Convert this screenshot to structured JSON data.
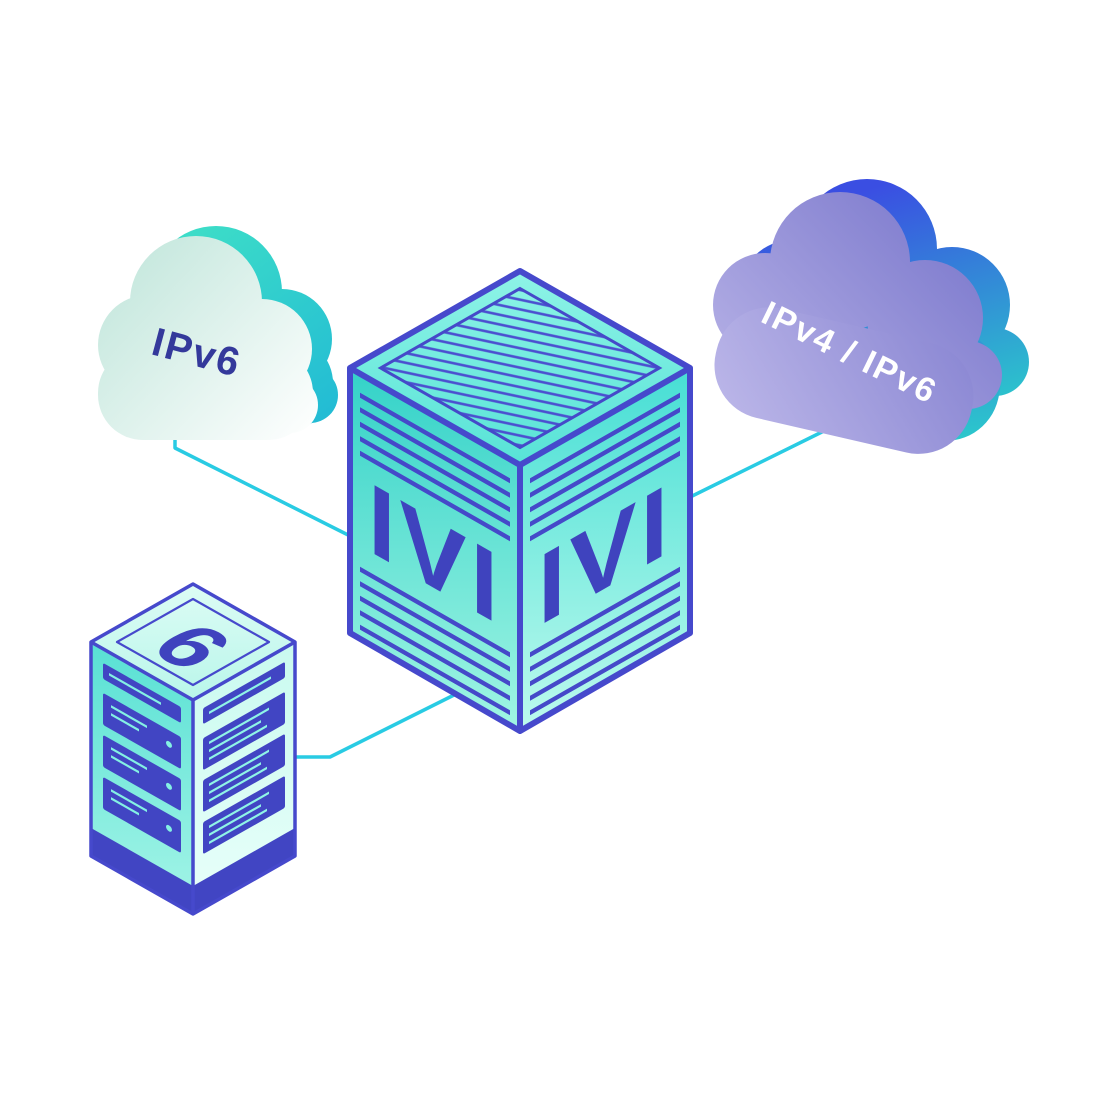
{
  "diagram": {
    "left_cloud": {
      "label": "IPv6"
    },
    "right_cloud": {
      "label": "IPv4 / IPv6"
    },
    "translator_box": {
      "left_face_label": "IVI",
      "right_face_label": "IVI"
    },
    "server": {
      "top_label": "6"
    },
    "colors": {
      "connector_cyan": "#29CBE3",
      "indigo_line": "#4649CC",
      "cube_teal": "#3ED7CC",
      "cloud_purple": "#938ED8",
      "cloud_teal_back": "#2BD0C8",
      "mint_light": "#C0FBEE"
    }
  }
}
